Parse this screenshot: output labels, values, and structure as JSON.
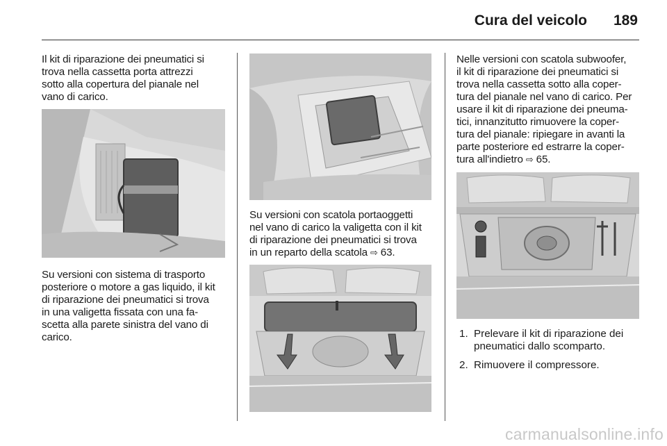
{
  "header": {
    "section_title": "Cura del veicolo",
    "page_number": "189"
  },
  "col1": {
    "intro_lines": [
      "Il kit di riparazione dei pneumatici si",
      "trova nella cassetta porta attrezzi",
      "sotto alla copertura del pianale nel",
      "vano di carico."
    ],
    "body_lines": [
      "Su versioni con sistema di trasporto",
      "posteriore o motore a gas liquido, il kit",
      "di riparazione dei pneumatici si trova",
      "in una valigetta fissata con una fa-",
      "scetta alla parete sinistra del vano di",
      "carico."
    ]
  },
  "col2": {
    "body_lines": [
      "Su versioni con scatola portaoggetti",
      "nel vano di carico la valigetta con il kit",
      "di riparazione dei pneumatici si trova"
    ],
    "last_line_text": "in un reparto della scatola ",
    "last_line_icon": "page-reference-icon",
    "last_line_ref": "63."
  },
  "col3": {
    "body_lines": [
      "Nelle versioni con scatola subwoofer,",
      "il kit di riparazione dei pneumatici si",
      "trova nella cassetta sotto alla coper-",
      "tura del pianale nel vano di carico. Per",
      "usare il kit di riparazione dei pneuma-",
      "tici, innanzitutto rimuovere la coper-",
      "tura del pianale: ripiegare in avanti la",
      "parte posteriore ed estrarre la coper-"
    ],
    "last_line_text": "tura all'indietro ",
    "last_line_icon": "page-reference-icon",
    "last_line_ref": "65.",
    "steps": [
      {
        "num": "1.",
        "lines": [
          "Prelevare il kit di riparazione dei",
          "pneumatici dallo scomparto."
        ]
      },
      {
        "num": "2.",
        "lines": [
          "Rimuovere il compressore."
        ]
      }
    ]
  },
  "watermark": "carmanualsonline.info"
}
